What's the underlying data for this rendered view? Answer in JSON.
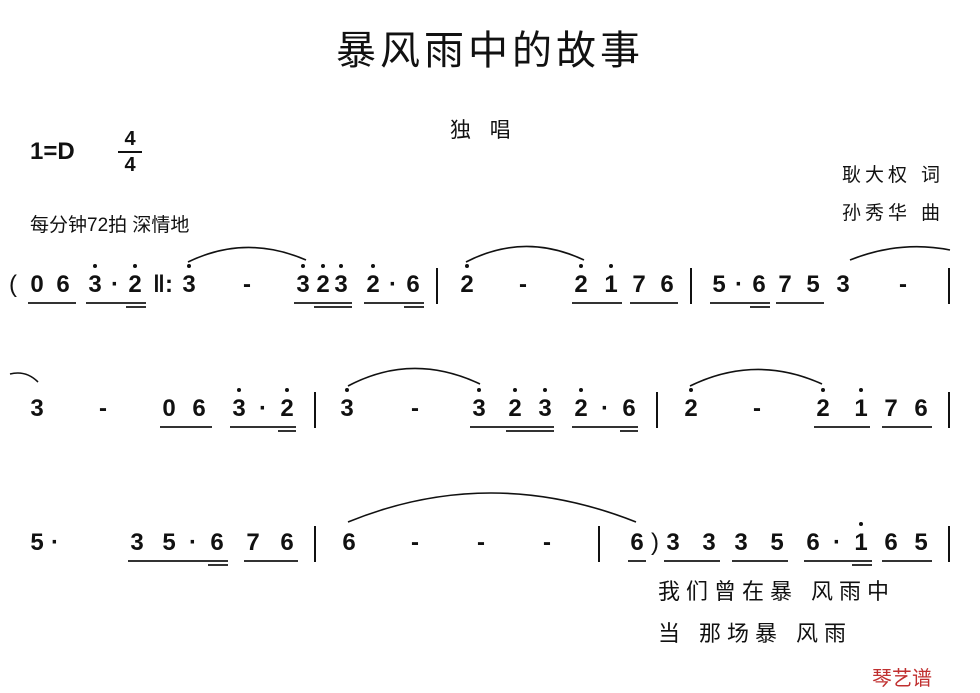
{
  "score": {
    "title": "暴风雨中的故事",
    "subtitle": "独 唱",
    "key": "1=D",
    "meter_top": "4",
    "meter_bottom": "4",
    "tempo": "每分钟72拍   深情地",
    "lyricist": "耿大权 词",
    "composer": "孙秀华 曲"
  },
  "lines": [
    {
      "symbols": [
        "(",
        "0",
        "6",
        "3",
        "·",
        "2",
        "‖:",
        "3",
        "-",
        "3",
        "2",
        "3",
        "2",
        "·",
        "6",
        "|",
        "2",
        "-",
        "2",
        "1",
        "7",
        "6",
        "|",
        "5",
        "·",
        "6",
        "7",
        "5",
        "3",
        "-"
      ]
    },
    {
      "symbols": [
        "3",
        "-",
        "0",
        "6",
        "3",
        "·",
        "2",
        "|",
        "3",
        "-",
        "3",
        "2",
        "3",
        "2",
        "·",
        "6",
        "|",
        "2",
        "-",
        "2",
        "1",
        "7",
        "6"
      ]
    },
    {
      "symbols": [
        "5",
        "·",
        "3",
        "5",
        "·",
        "6",
        "7",
        "6",
        "|",
        "6",
        "-",
        "-",
        "-",
        "|",
        "6",
        ")",
        "3",
        "3",
        "3",
        "5",
        "6",
        "·",
        "1",
        "6",
        "5"
      ]
    }
  ],
  "lyrics": [
    "我们曾在暴 风雨中",
    "当  那场暴 风雨"
  ],
  "watermark": "琴艺谱"
}
